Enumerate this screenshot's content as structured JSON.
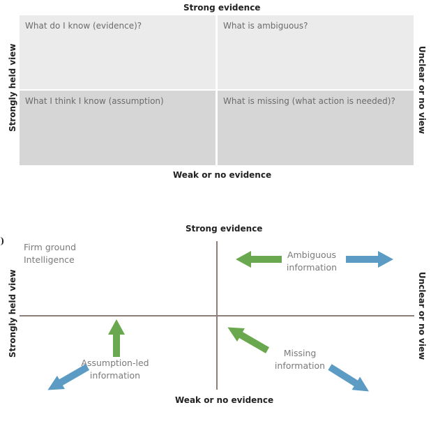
{
  "matrix1": {
    "top_label": "Strong evidence",
    "bottom_label": "Weak or no evidence",
    "left_label": "Strongly held view",
    "right_label": "Unclear or no view",
    "cells": {
      "top_left": "What do I know (evidence)?",
      "top_right": "What is ambiguous?",
      "bottom_left": "What I think I know (assumption)",
      "bottom_right": "What is missing (what action is needed)?"
    }
  },
  "matrix2": {
    "top_label": "Strong evidence",
    "bottom_label": "Weak or no evidence",
    "left_label": "Strongly held view",
    "right_label": "Unclear or no view",
    "quadrants": {
      "top_left_line1": "Firm ground",
      "top_left_line2": "Intelligence",
      "top_right_line1": "Ambiguous",
      "top_right_line2": "information",
      "bottom_left_line1": "Assumption-led",
      "bottom_left_line2": "information",
      "bottom_right_line1": "Missing",
      "bottom_right_line2": "information"
    }
  },
  "colors": {
    "green_arrow": "#6aa84f",
    "blue_arrow": "#5b9bc4",
    "cell_top": "#ebebeb",
    "cell_bottom": "#d6d6d6",
    "axis_line": "#8c7f7a"
  },
  "icons": [
    "arrow-left-green",
    "arrow-right-blue",
    "arrow-up-green",
    "arrow-down-left-blue",
    "arrow-up-left-green",
    "arrow-down-right-blue"
  ]
}
